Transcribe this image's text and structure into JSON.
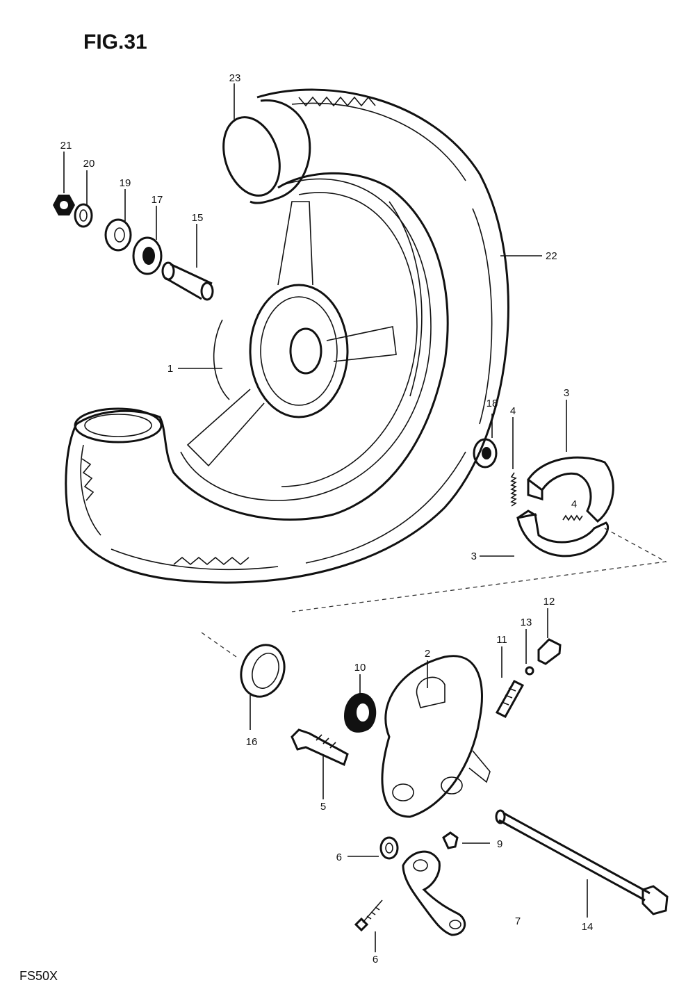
{
  "figure_title": "FIG.31",
  "model_code": "FS50X",
  "parts": [
    {
      "id": "p1",
      "label": "1"
    },
    {
      "id": "p2",
      "label": "2"
    },
    {
      "id": "p3a",
      "label": "3"
    },
    {
      "id": "p3b",
      "label": "3"
    },
    {
      "id": "p4a",
      "label": "4"
    },
    {
      "id": "p4b",
      "label": "4"
    },
    {
      "id": "p5",
      "label": "5"
    },
    {
      "id": "p6a",
      "label": "6"
    },
    {
      "id": "p6b",
      "label": "6"
    },
    {
      "id": "p7",
      "label": "7"
    },
    {
      "id": "p9",
      "label": "9"
    },
    {
      "id": "p10",
      "label": "10"
    },
    {
      "id": "p11",
      "label": "11"
    },
    {
      "id": "p12",
      "label": "12"
    },
    {
      "id": "p13",
      "label": "13"
    },
    {
      "id": "p14",
      "label": "14"
    },
    {
      "id": "p15",
      "label": "15"
    },
    {
      "id": "p16",
      "label": "16"
    },
    {
      "id": "p17",
      "label": "17"
    },
    {
      "id": "p18",
      "label": "18"
    },
    {
      "id": "p19",
      "label": "19"
    },
    {
      "id": "p20",
      "label": "20"
    },
    {
      "id": "p21",
      "label": "21"
    },
    {
      "id": "p22",
      "label": "22"
    },
    {
      "id": "p23",
      "label": "23"
    }
  ]
}
